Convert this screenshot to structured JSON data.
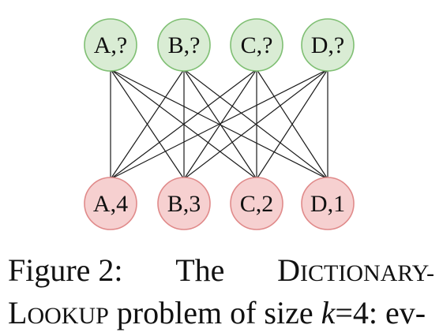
{
  "colors": {
    "top_fill": "#d9ecd4",
    "top_stroke": "#7fbf73",
    "bottom_fill": "#f6d0d0",
    "bottom_stroke": "#e08a8a",
    "edge": "#1a1a1a",
    "text": "#111111"
  },
  "diagram": {
    "top_nodes": [
      {
        "id": "A",
        "label": "A,?"
      },
      {
        "id": "B",
        "label": "B,?"
      },
      {
        "id": "C",
        "label": "C,?"
      },
      {
        "id": "D",
        "label": "D,?"
      }
    ],
    "bottom_nodes": [
      {
        "id": "A",
        "label": "A,4"
      },
      {
        "id": "B",
        "label": "B,3"
      },
      {
        "id": "C",
        "label": "C,2"
      },
      {
        "id": "D",
        "label": "D,1"
      }
    ],
    "edges": "complete-bipartite"
  },
  "caption": {
    "line1_figure": "Figure 2:",
    "line1_the": "The",
    "line1_dictionary_cap": "D",
    "line1_dictionary_rest": "ICTIONARY-",
    "line2_lookup_cap": "L",
    "line2_lookup_rest": "OOKUP",
    "line2_mid": " problem of size ",
    "line2_var": "k",
    "line2_end": "=4: ev-"
  }
}
